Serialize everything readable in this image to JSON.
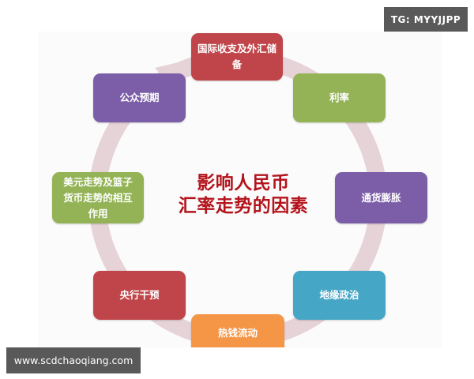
{
  "watermark": {
    "top_right": "TG: MYYJJPP",
    "bottom_left": "www.scdchaoqiang.com"
  },
  "diagram": {
    "title_line1": "影响人民币",
    "title_line2": "汇率走势的因素",
    "title_color": "#b3141c",
    "ring_color": "#e3cdd3",
    "factors": [
      {
        "label": "国际收支及外汇储备",
        "color": "#c0454a"
      },
      {
        "label": "利率",
        "color": "#93b356"
      },
      {
        "label": "通货膨胀",
        "color": "#7b5ea7"
      },
      {
        "label": "地缘政治",
        "color": "#46a6c6"
      },
      {
        "label": "热钱流动",
        "color": "#f59646"
      },
      {
        "label": "央行干预",
        "color": "#c0454a"
      },
      {
        "label": "美元走势及篮子货币走势的相互作用",
        "color": "#93b356"
      },
      {
        "label": "公众预期",
        "color": "#7b5ea7"
      }
    ]
  }
}
